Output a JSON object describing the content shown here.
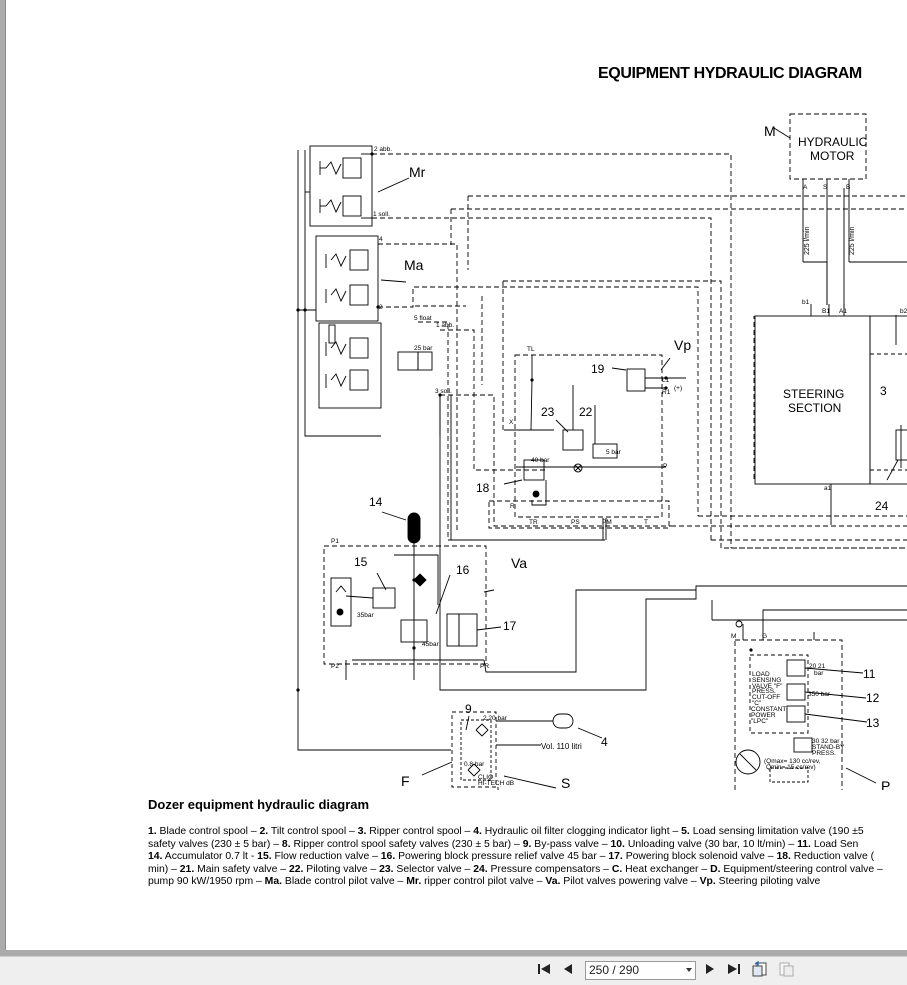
{
  "document": {
    "title": "EQUIPMENT HYDRAULIC DIAGRAM",
    "caption": "Dozer equipment hydraulic diagram",
    "legend_lines": [
      [
        {
          "b": "1."
        },
        {
          "t": " Blade control spool – "
        },
        {
          "b": "2."
        },
        {
          "t": " Tilt control spool – "
        },
        {
          "b": "3."
        },
        {
          "t": " Ripper control spool – "
        },
        {
          "b": "4."
        },
        {
          "t": "  Hydraulic oil filter clogging indicator light – "
        },
        {
          "b": "5."
        },
        {
          "t": " Load sensing limitation valve (190 ±5"
        }
      ],
      [
        {
          "t": "safety valves (230 ± 5 bar) – "
        },
        {
          "b": "8."
        },
        {
          "t": " Ripper control spool safety valves (230 ± 5 bar) – "
        },
        {
          "b": "9."
        },
        {
          "t": " By-pass valve – "
        },
        {
          "b": "10."
        },
        {
          "t": " Unloading valve (30 bar, 10 lt/min) – "
        },
        {
          "b": "11."
        },
        {
          "t": " Load Sen"
        }
      ],
      [
        {
          "b": "14."
        },
        {
          "t": "  Accumulator 0.7 lt - "
        },
        {
          "b": "15."
        },
        {
          "t": " Flow reduction valve – "
        },
        {
          "b": "16."
        },
        {
          "t": "  Powering block pressure relief valve 45 bar – "
        },
        {
          "b": "17."
        },
        {
          "t": " Powering block solenoid valve – "
        },
        {
          "b": "18."
        },
        {
          "t": " Reduction valve ("
        }
      ],
      [
        {
          "t": "min) – "
        },
        {
          "b": "21."
        },
        {
          "t": " Main safety valve – "
        },
        {
          "b": "22."
        },
        {
          "t": " Piloting valve – "
        },
        {
          "b": "23."
        },
        {
          "t": " Selector valve – "
        },
        {
          "b": "24."
        },
        {
          "t": " Pressure compensators – "
        },
        {
          "b": "C."
        },
        {
          "t": " Heat exchanger – "
        },
        {
          "b": "D."
        },
        {
          "t": "  Equipment/steering control valve –"
        }
      ],
      [
        {
          "t": "pump 90 kW/1950 rpm – "
        },
        {
          "b": "Ma."
        },
        {
          "t": " Blade control pilot valve – "
        },
        {
          "b": "Mr."
        },
        {
          "t": " ripper control pilot valve – "
        },
        {
          "b": "Va."
        },
        {
          "t": " Pilot valves powering valve – "
        },
        {
          "b": "Vp."
        },
        {
          "t": " Steering piloting valve"
        }
      ]
    ]
  },
  "diagram": {
    "labels": {
      "M": "M",
      "hydraulic_motor_1": "HYDRAULIC",
      "hydraulic_motor_2": "MOTOR",
      "Mr": "Mr",
      "Ma": "Ma",
      "Vp": "Vp",
      "Va": "Va",
      "F": "F",
      "S": "S",
      "P": "P",
      "n3": "3",
      "n4": "4",
      "n9": "9",
      "n11": "11",
      "n12": "12",
      "n13": "13",
      "n14": "14",
      "n15": "15",
      "n16": "16",
      "n17": "17",
      "n18": "18",
      "n19": "19",
      "n22": "22",
      "n23": "23",
      "n24": "24",
      "steering_1": "STEERING",
      "steering_2": "SECTION"
    },
    "small_text": {
      "abb2": "2 abb.",
      "soll1": "1 soll.",
      "float5": "5 float",
      "abb1": "1 abb.",
      "soll3": "3 soll.",
      "port4": "4",
      "port2": "2",
      "bar25": "25 bar",
      "bar40": "40 bar",
      "bar5": "5 bar",
      "bar35": "35bar",
      "bar45": "45bar",
      "flow225a": "225 l/min",
      "flow225b": "225 l/min",
      "b1": "b1",
      "B1": "B1",
      "A1": "A1",
      "b2": "b2",
      "a1": "a1",
      "plus": "(+)",
      "TL": "TL",
      "L1": "L1",
      "R1": "R1",
      "TR": "TR",
      "PS": "PS",
      "PM": "PM",
      "A": "A",
      "B": "B",
      "portS": "S",
      "portT": "T",
      "portP": "P",
      "P1": "P1",
      "P2": "P2",
      "PR": "PR",
      "portX": "X",
      "portR": "R",
      "portM": "M",
      "portG": "G",
      "load_sensing_1": "LOAD",
      "load_sensing_2": "SENSING",
      "load_sensing_3": "VALVE \"F\"",
      "press_cutoff_1": "PRESS.",
      "press_cutoff_2": "CUT-OFF",
      "press_cutoff_3": "\"C\"",
      "const_power_1": "CONSTANT",
      "const_power_2": "POWER",
      "const_power_3": "\"LPC\"",
      "bar2021": "20  21",
      "bar2021b": "bar",
      "bar350": "350 bar",
      "standby_1": "30   32 bar",
      "standby_2": "STAND-BY",
      "standby_3": "PRESS.",
      "qmax_1": "(Qmax= 130 cc/rev,",
      "qmax_2": "Qmin= 15 cc/rev)",
      "vol": "Vol. 110 litri",
      "bar220": "2,20 bar",
      "clio_1": "CLIO",
      "clio_2": "HI-TECH dB",
      "bar08": "0.8 bar"
    }
  },
  "toolbar": {
    "page_value": "250 / 290",
    "colors": {
      "background": "#efefef",
      "page": "#ffffff",
      "frame": "#ababab"
    }
  }
}
